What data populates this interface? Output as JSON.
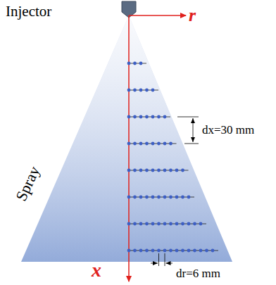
{
  "diagram": {
    "labels": [
      "Injector",
      "r",
      "x",
      "Spray",
      "dx=30 mm",
      "dr=6 mm"
    ]
  }
}
